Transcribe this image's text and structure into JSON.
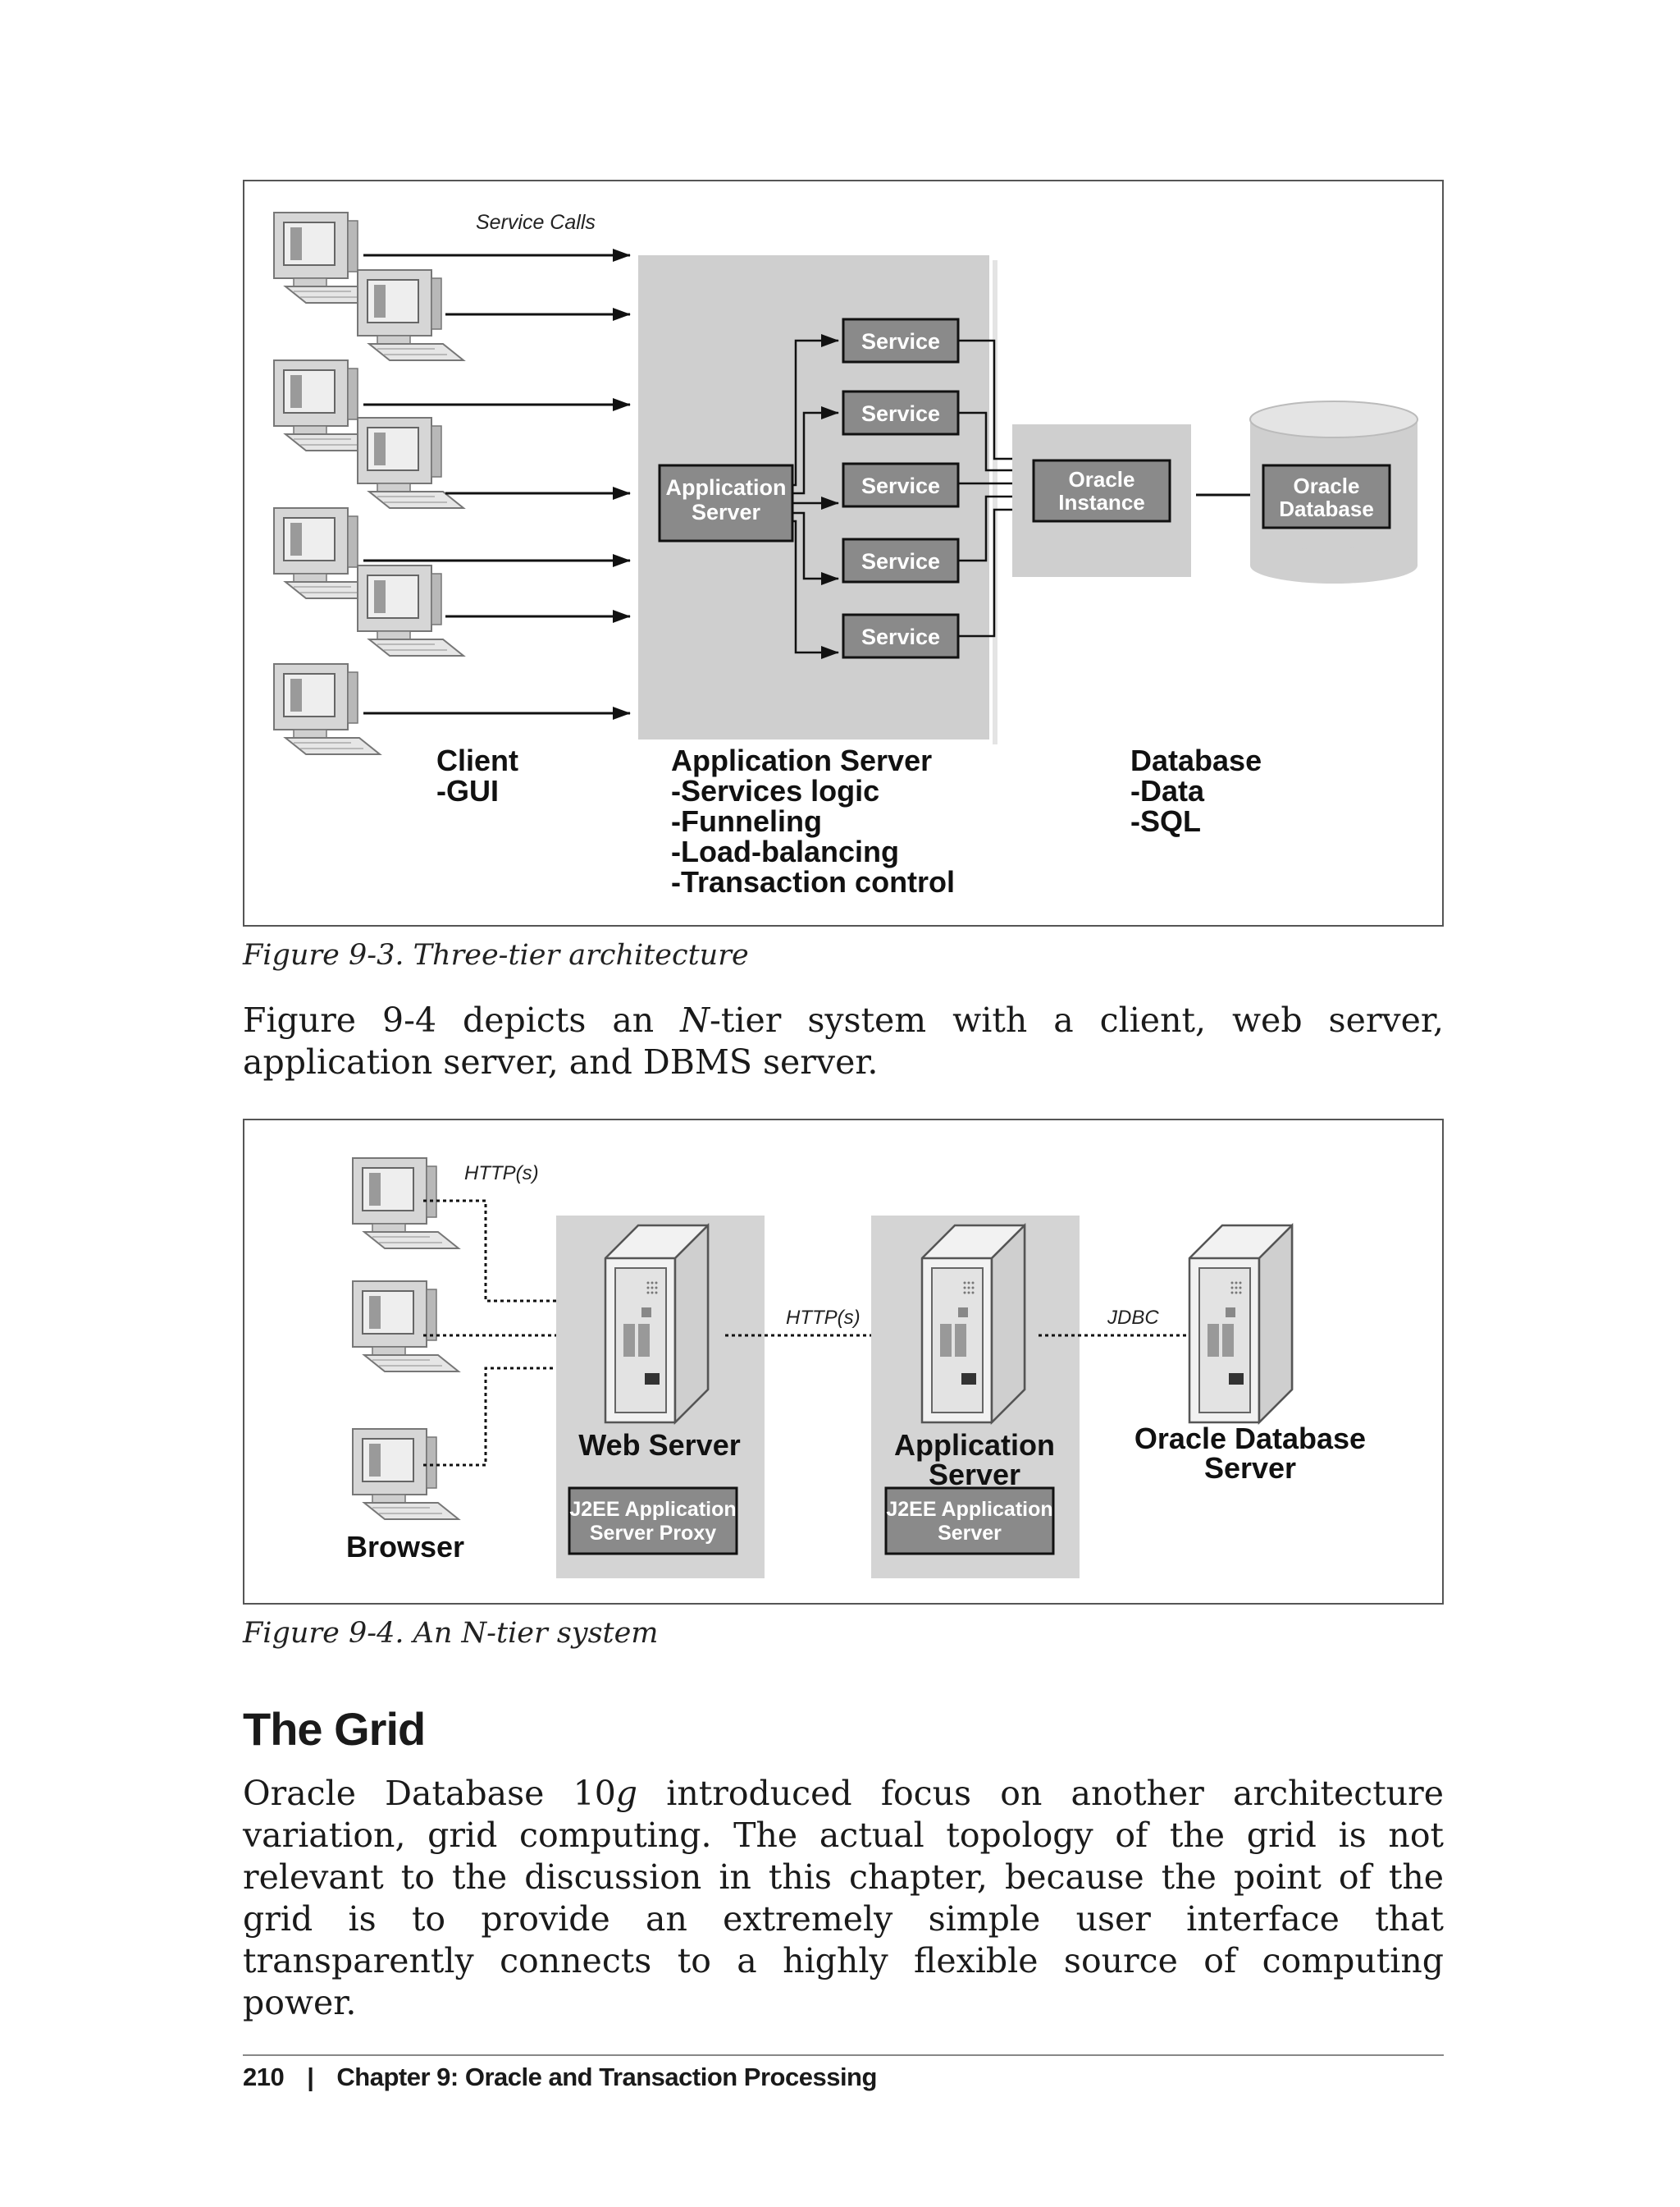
{
  "figure1": {
    "service_calls_label": "Service Calls",
    "app_server_box": [
      "Application",
      "Server"
    ],
    "service_label": "Service",
    "oracle_instance": [
      "Oracle",
      "Instance"
    ],
    "oracle_database": [
      "Oracle",
      "Database"
    ],
    "client_labels": [
      "Client",
      "-GUI"
    ],
    "app_server_labels": [
      "Application Server",
      "-Services logic",
      "-Funneling",
      "-Load-balancing",
      "-Transaction control"
    ],
    "database_labels": [
      "Database",
      "-Data",
      "-SQL"
    ],
    "caption": "Figure 9-3. Three-tier architecture"
  },
  "paragraph1": {
    "before": "Figure 9-4 depicts an ",
    "italic": "N",
    "after": "-tier system with a client, web server, application server, and DBMS server."
  },
  "figure2": {
    "http_label_left": "HTTP(s)",
    "http_label_mid": "HTTP(s)",
    "jdbc_label": "JDBC",
    "browser_label": "Browser",
    "web_server_label": "Web Server",
    "app_server_label": [
      "Application",
      "Server"
    ],
    "oracle_db_server_label": [
      "Oracle Database",
      "Server"
    ],
    "j2ee_proxy": [
      "J2EE Application",
      "Server Proxy"
    ],
    "j2ee_server": [
      "J2EE Application",
      "Server"
    ],
    "caption": "Figure 9-4. An N-tier system"
  },
  "section": {
    "heading": "The Grid",
    "para_before": "Oracle Database 10",
    "para_italic": "g",
    "para_after": " introduced focus on another architecture variation, grid computing. The actual topology of the grid is not relevant to the discussion in this chapter, because the point of the grid is to provide an extremely simple user interface that transparently connects to a highly flexible source of computing power."
  },
  "footer": {
    "page_number": "210",
    "separator": "|",
    "chapter": "Chapter 9:  Oracle and Transaction Processing"
  }
}
